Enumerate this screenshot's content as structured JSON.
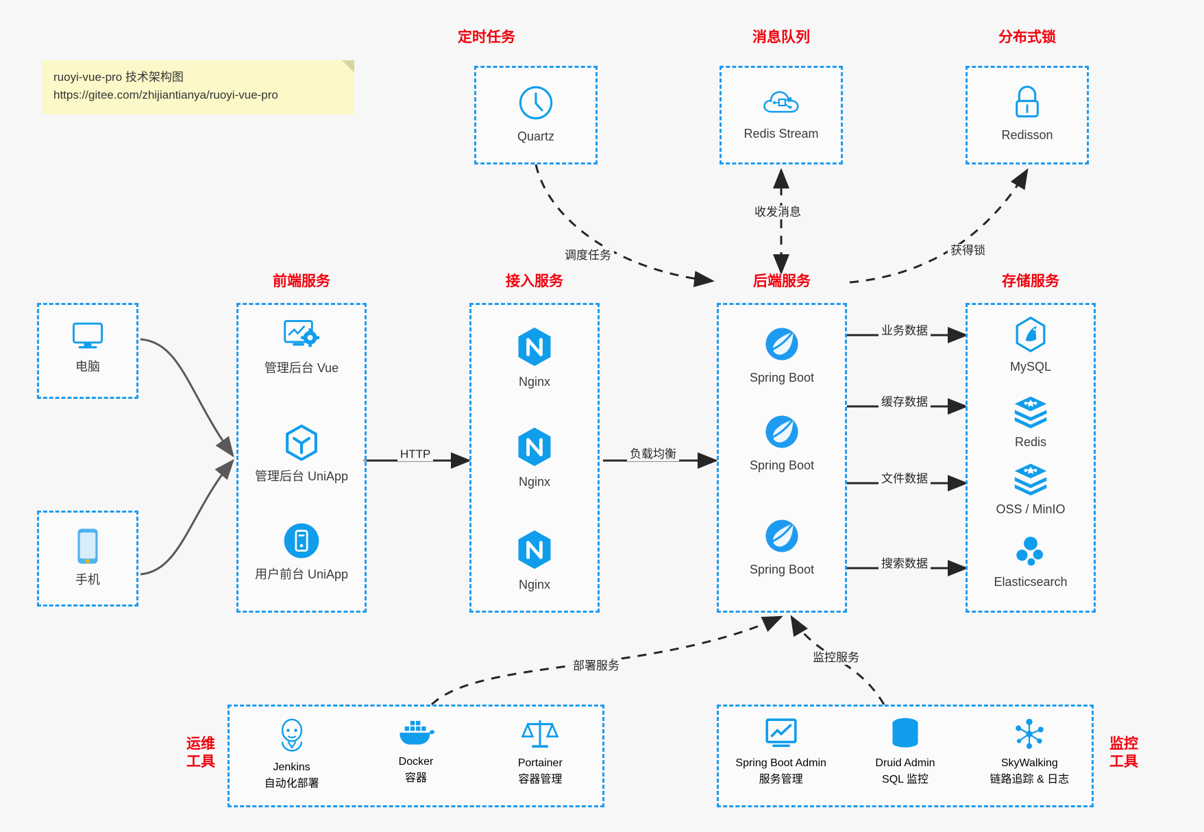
{
  "note": {
    "line1": "ruoyi-vue-pro 技术架构图",
    "line2": "https://gitee.com/zhijiantianya/ruoyi-vue-pro"
  },
  "colors": {
    "accent_blue": "#1e9bf0",
    "icon_blue": "#109dec",
    "group_red": "#f0000c",
    "arrow_gray": "#595959",
    "background": "#f7f7f7",
    "note_yellow": "#fcf8c8"
  },
  "groups": {
    "scheduler": {
      "label": "定时任务"
    },
    "mq": {
      "label": "消息队列"
    },
    "lock": {
      "label": "分布式锁"
    },
    "frontend": {
      "label": "前端服务"
    },
    "gateway": {
      "label": "接入服务"
    },
    "backend": {
      "label": "后端服务"
    },
    "storage": {
      "label": "存储服务"
    },
    "devops": {
      "label_line1": "运维",
      "label_line2": "工具"
    },
    "monitor": {
      "label_line1": "监控",
      "label_line2": "工具"
    }
  },
  "nodes": {
    "quartz": {
      "label": "Quartz",
      "icon": "clock-icon"
    },
    "redis_stream": {
      "label": "Redis Stream",
      "icon": "cloud-network-icon"
    },
    "redisson": {
      "label": "Redisson",
      "icon": "lock-icon"
    },
    "computer": {
      "label": "电脑",
      "icon": "desktop-monitor-icon"
    },
    "phone": {
      "label": "手机",
      "icon": "mobile-phone-icon"
    },
    "admin_vue": {
      "label": "管理后台 Vue",
      "icon": "dashboard-gear-icon"
    },
    "admin_uniapp": {
      "label": "管理后台 UniApp",
      "icon": "uniapp-cube-icon"
    },
    "user_uniapp": {
      "label": "用户前台 UniApp",
      "icon": "app-circle-icon"
    },
    "nginx1": {
      "label": "Nginx",
      "icon": "nginx-icon"
    },
    "nginx2": {
      "label": "Nginx",
      "icon": "nginx-icon"
    },
    "nginx3": {
      "label": "Nginx",
      "icon": "nginx-icon"
    },
    "springboot1": {
      "label": "Spring Boot",
      "icon": "spring-leaf-icon"
    },
    "springboot2": {
      "label": "Spring Boot",
      "icon": "spring-leaf-icon"
    },
    "springboot3": {
      "label": "Spring Boot",
      "icon": "spring-leaf-icon"
    },
    "mysql": {
      "label": "MySQL",
      "icon": "mysql-dolphin-icon"
    },
    "redis": {
      "label": "Redis",
      "icon": "redis-stack-icon"
    },
    "oss": {
      "label": "OSS / MinIO",
      "icon": "oss-stack-icon"
    },
    "elasticsearch": {
      "label": "Elasticsearch",
      "icon": "elasticsearch-icon"
    },
    "jenkins": {
      "label": "Jenkins",
      "sublabel": "自动化部署",
      "icon": "jenkins-butler-icon"
    },
    "docker": {
      "label": "Docker",
      "sublabel": "容器",
      "icon": "docker-whale-icon"
    },
    "portainer": {
      "label": "Portainer",
      "sublabel": "容器管理",
      "icon": "portainer-scale-icon"
    },
    "sba": {
      "label": "Spring Boot Admin",
      "sublabel": "服务管理",
      "icon": "monitor-chart-icon"
    },
    "druid": {
      "label": "Druid Admin",
      "sublabel": "SQL 监控",
      "icon": "database-icon"
    },
    "skywalking": {
      "label": "SkyWalking",
      "sublabel": "链路追踪 & 日志",
      "icon": "skywalking-node-icon"
    }
  },
  "edges": {
    "schedule_task": "调度任务",
    "send_receive_msg": "收发消息",
    "acquire_lock": "获得锁",
    "http": "HTTP",
    "load_balance": "负载均衡",
    "business_data": "业务数据",
    "cache_data": "缓存数据",
    "file_data": "文件数据",
    "search_data": "搜索数据",
    "deploy_service": "部署服务",
    "monitor_service": "监控服务"
  }
}
